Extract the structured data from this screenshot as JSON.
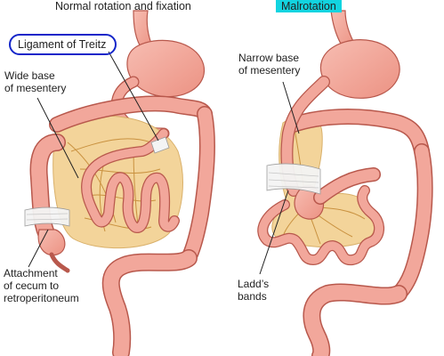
{
  "diagram": {
    "title_left": "Normal rotation and fixation",
    "title_right": "Malrotation",
    "labels": {
      "ligament": "Ligament of Treitz",
      "wide_base_1": "Wide base",
      "wide_base_2": "of mesentery",
      "narrow_base_1": "Narrow base",
      "narrow_base_2": "of mesentery",
      "attach_1": "Attachment",
      "attach_2": "of cecum to",
      "attach_3": "retroperitoneum",
      "ladd_1": "Ladd’s",
      "ladd_2": "bands"
    }
  },
  "colors": {
    "bowel": "#f2a79b",
    "bowel_outline": "#b8584c",
    "mesentery": "#f3d49a",
    "vessels": "#c9913f",
    "band": "#f4f4f4",
    "highlight": "#12d4e0",
    "ellipse": "#1326c9"
  }
}
